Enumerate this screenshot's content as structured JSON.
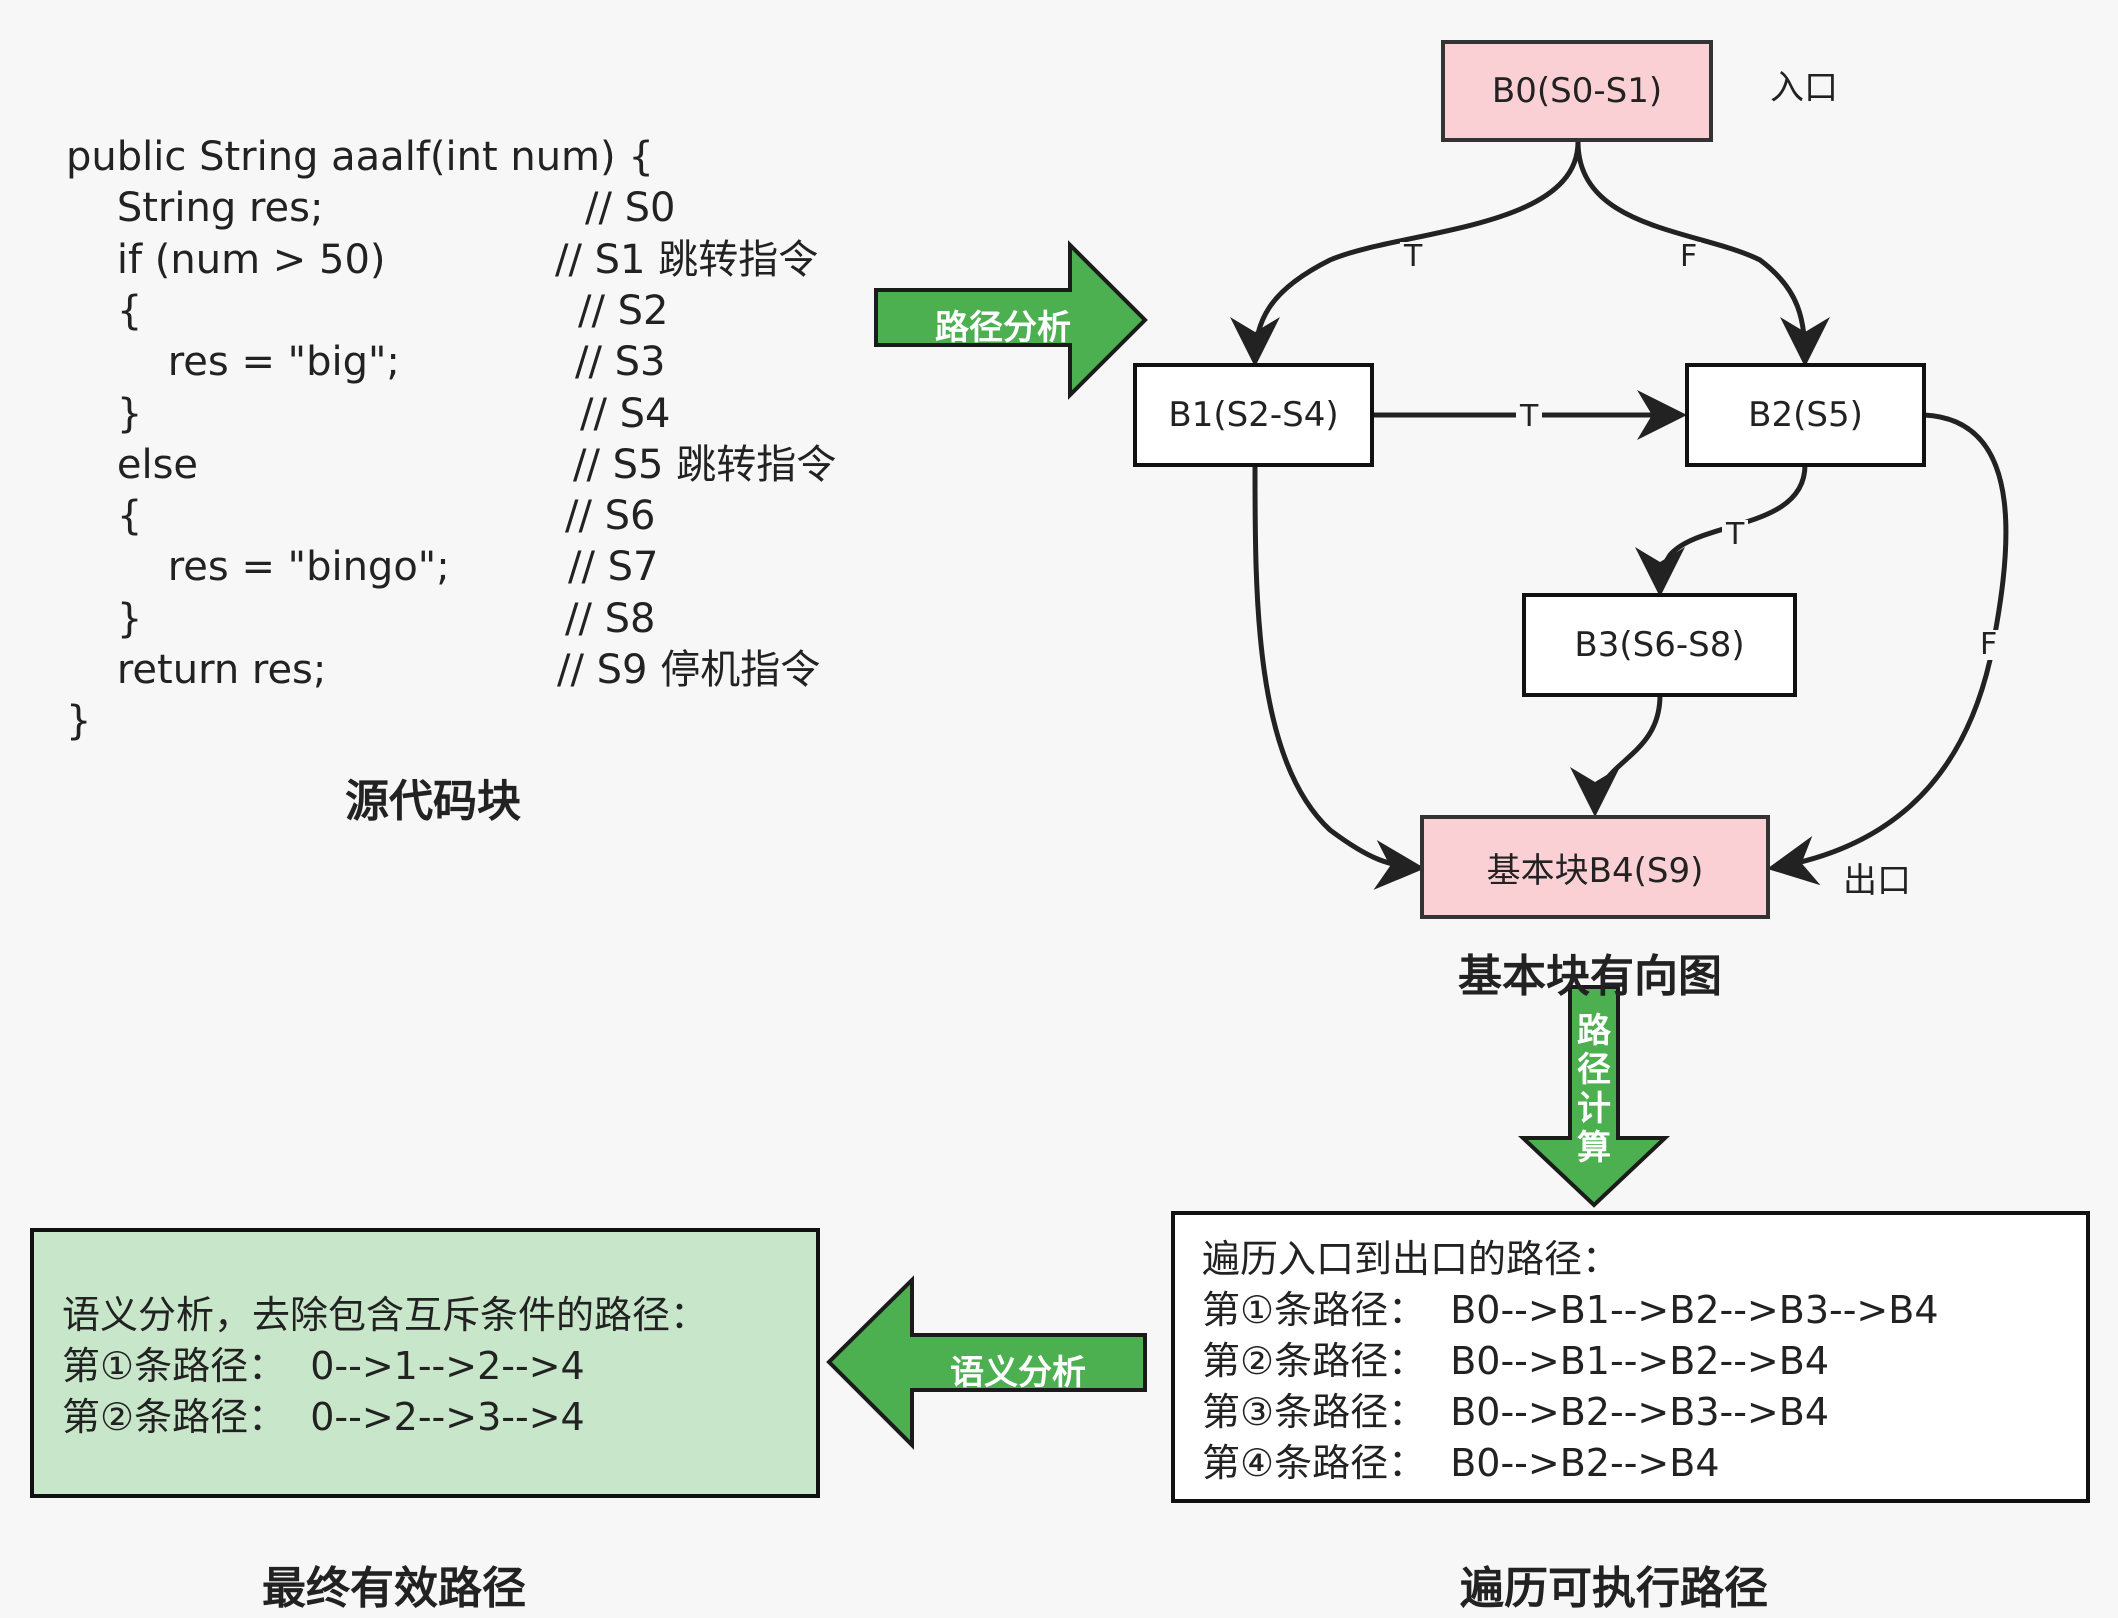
{
  "code": {
    "lines": [
      {
        "text": "public String aaalf(int num) {",
        "comment": ""
      },
      {
        "text": "    String res;",
        "comment": "// S0"
      },
      {
        "text": "    if (num > 50)",
        "comment": "// S1 跳转指令"
      },
      {
        "text": "    {",
        "comment": "// S2"
      },
      {
        "text": "        res = \"big\";",
        "comment": "// S3"
      },
      {
        "text": "    }",
        "comment": "// S4"
      },
      {
        "text": "    else",
        "comment": "// S5 跳转指令"
      },
      {
        "text": "    {",
        "comment": "// S6"
      },
      {
        "text": "        res = \"bingo\";",
        "comment": "// S7"
      },
      {
        "text": "    }",
        "comment": "// S8"
      },
      {
        "text": "    return res;",
        "comment": "// S9 停机指令"
      },
      {
        "text": "}",
        "comment": ""
      }
    ],
    "caption": "源代码块"
  },
  "graph": {
    "nodes": {
      "b0": "B0(S0-S1)",
      "b1": "B1(S2-S4)",
      "b2": "B2(S5)",
      "b3": "B3(S6-S8)",
      "b4": "基本块B4(S9)"
    },
    "entry_label": "入口",
    "exit_label": "出口",
    "edge_labels": {
      "b0_b1": "T",
      "b0_b2": "F",
      "b1_b2": "T",
      "b2_b3": "T",
      "b2_b4": "F"
    },
    "caption": "基本块有向图"
  },
  "arrows": {
    "path_analysis": "路径分析",
    "path_calc": "路径计算",
    "semantic_analysis": "语义分析"
  },
  "paths_box": {
    "lines": [
      "遍历入口到出口的路径：",
      "第①条路径：  B0-->B1-->B2-->B3-->B4",
      "第②条路径：  B0-->B1-->B2-->B4",
      "第③条路径：  B0-->B2-->B3-->B4",
      "第④条路径：  B0-->B2-->B4"
    ],
    "caption": "遍历可执行路径"
  },
  "result_box": {
    "lines": [
      "语义分析，去除包含互斥条件的路径：",
      "第①条路径：  0-->1-->2-->4",
      "第②条路径：  0-->2-->3-->4"
    ],
    "caption": "最终有效路径",
    "fill": "#c8e6c9"
  },
  "colors": {
    "arrow_green": "#4caf50",
    "node_pink": "#fbd0d5"
  }
}
